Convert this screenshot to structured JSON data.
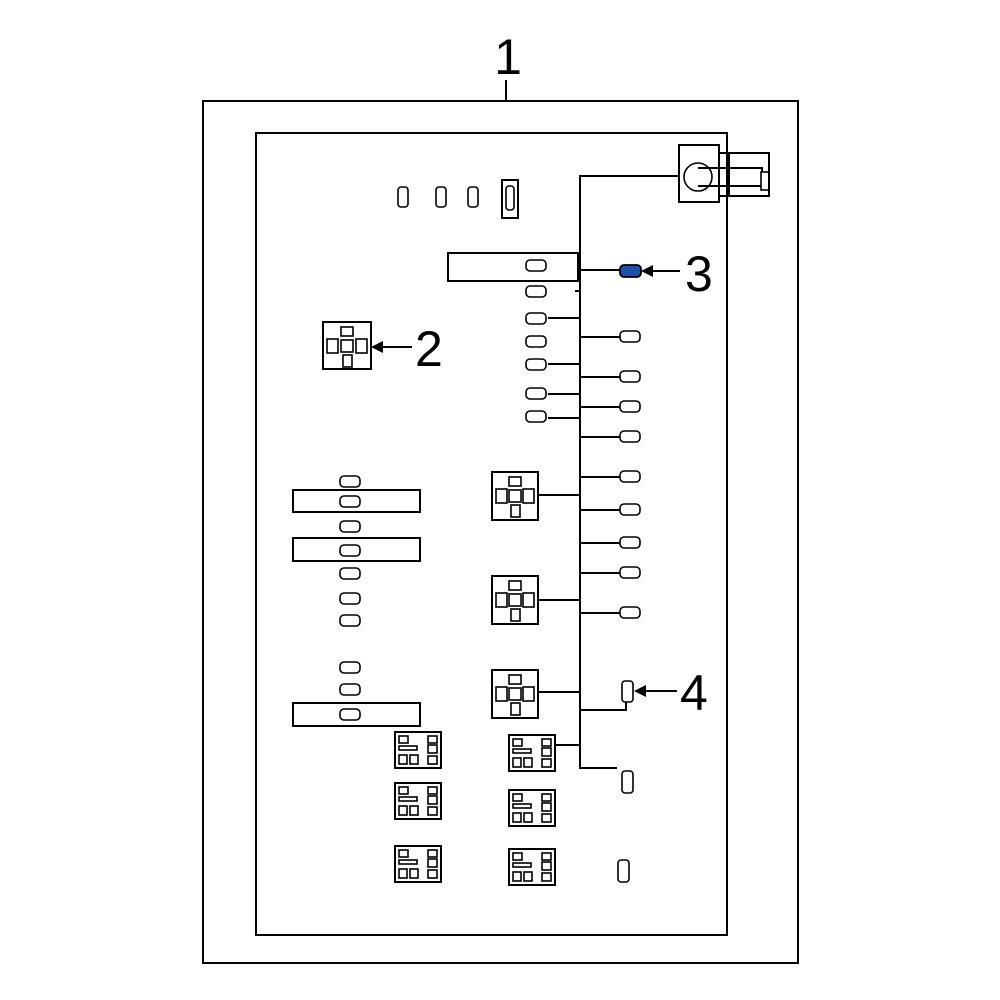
{
  "callouts": [
    {
      "label": "1",
      "part": "fuse-relay-box-housing"
    },
    {
      "label": "2",
      "part": "relay"
    },
    {
      "label": "3",
      "part": "mini-fuse"
    },
    {
      "label": "4",
      "part": "fuse"
    }
  ],
  "colors": {
    "line": "#000000",
    "background": "#ffffff",
    "highlight": "#1f4fa8"
  },
  "icons": [
    "arrow-left-icon"
  ]
}
